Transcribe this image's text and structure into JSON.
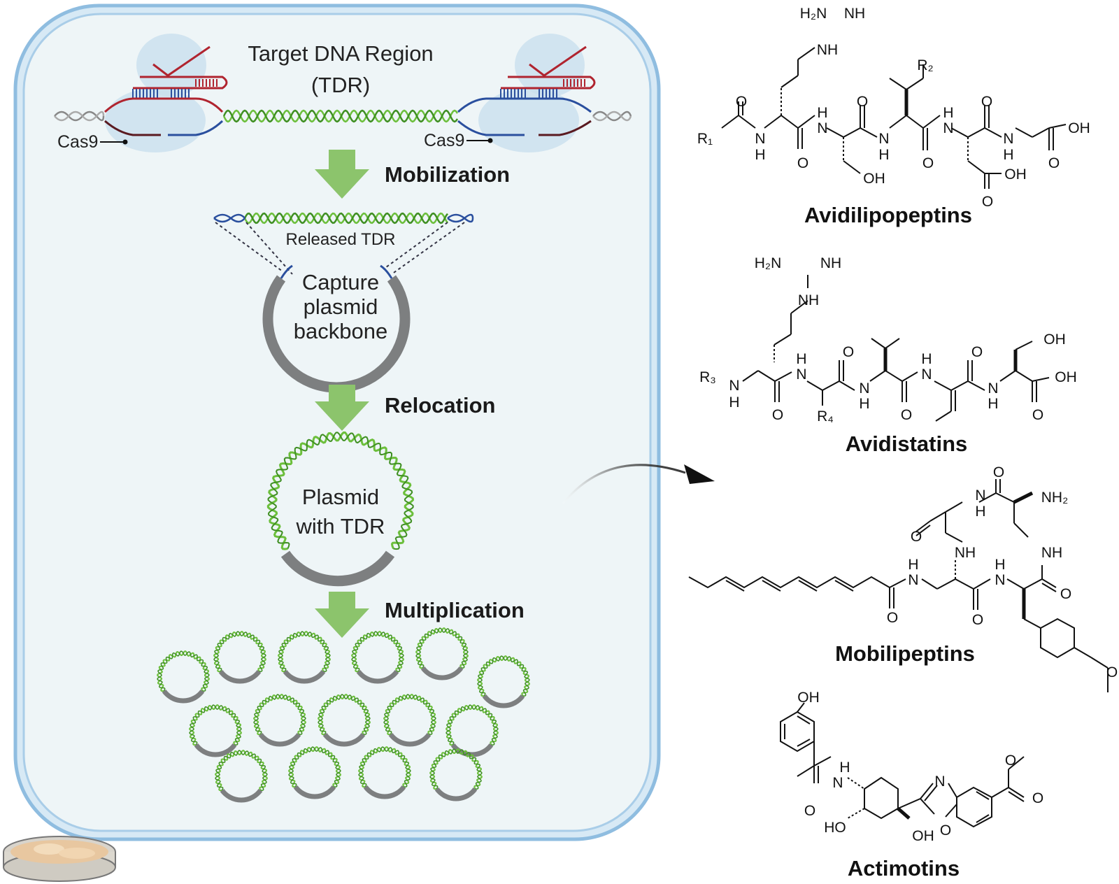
{
  "cell": {
    "title_line1": "Target DNA Region",
    "title_line2": "(TDR)",
    "cas9_left": "Cas9",
    "cas9_right": "Cas9",
    "released_label": "Released TDR",
    "capture_line1": "Capture",
    "capture_line2": "plasmid",
    "capture_line3": "backbone",
    "plasmid_line1": "Plasmid",
    "plasmid_line2": "with TDR"
  },
  "steps": [
    "Mobilization",
    "Relocation",
    "Multiplication"
  ],
  "compounds": [
    {
      "name": "Avidilipopeptins"
    },
    {
      "name": "Avidistatins"
    },
    {
      "name": "Mobilipeptins"
    },
    {
      "name": "Actimotins"
    }
  ],
  "colors": {
    "cell_fill": "#eef5f7",
    "membrane": "#a9cde8",
    "arrow_green": "#8cc46c",
    "dna_green": "#6cbf3c",
    "dna_blue": "#2a4f9e",
    "dna_red": "#b0242f",
    "backbone_gray": "#7d7f80",
    "cas9_blob": "#c9e0ee"
  },
  "icons": [
    "petri-dish-icon",
    "arrow-curved-icon"
  ]
}
